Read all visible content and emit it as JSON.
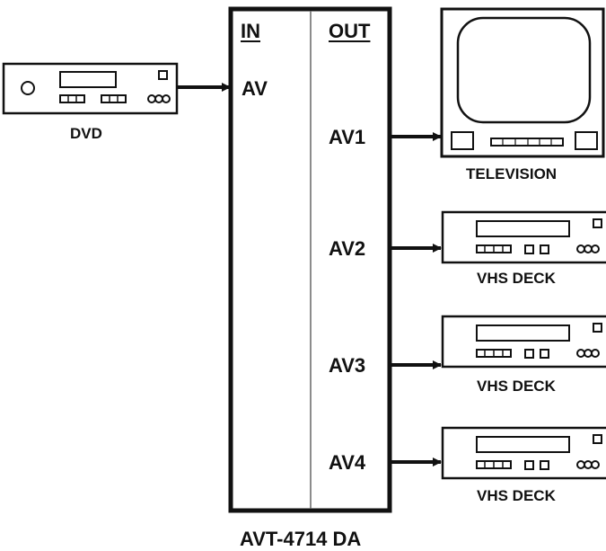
{
  "distribution_amplifier": {
    "name": "AVT-4714 DA",
    "in_header": "IN",
    "out_header": "OUT",
    "input_port": "AV",
    "output_ports": [
      "AV1",
      "AV2",
      "AV3",
      "AV4"
    ]
  },
  "source": {
    "label": "DVD"
  },
  "destinations": [
    {
      "label": "TELEVISION",
      "icon": "television-icon"
    },
    {
      "label": "VHS DECK",
      "icon": "vhs-deck-icon"
    },
    {
      "label": "VHS DECK",
      "icon": "vhs-deck-icon"
    },
    {
      "label": "VHS DECK",
      "icon": "vhs-deck-icon"
    }
  ],
  "colors": {
    "ink": "#111111",
    "divider": "#666666",
    "background": "#ffffff"
  }
}
